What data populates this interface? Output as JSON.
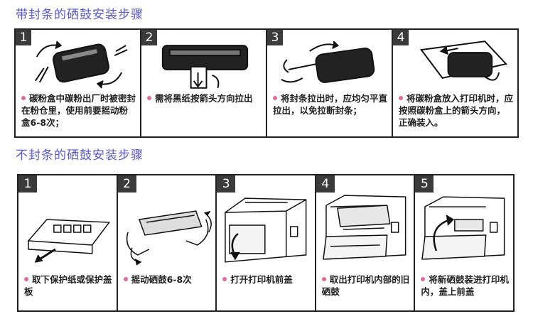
{
  "sealed": {
    "title": "带封条的硒鼓安装步骤",
    "steps": [
      {
        "num": "1",
        "text": "碳粉盒中碳粉出厂时被密封在粉仓里，使用前要摇动粉盒6-8次；"
      },
      {
        "num": "2",
        "text": "需将黑纸按箭头方向拉出"
      },
      {
        "num": "3",
        "text": "将封条拉出时，应均匀平直拉出，以免拉断封条；"
      },
      {
        "num": "4",
        "text": "将碳粉盒放入打印机时，应按照碳粉盒上的箭头方向，正确装入。"
      }
    ]
  },
  "unsealed": {
    "title": "不封条的硒鼓安装步骤",
    "steps": [
      {
        "num": "1",
        "text": "取下保护纸或保护盖板"
      },
      {
        "num": "2",
        "text": "摇动硒鼓6-8次"
      },
      {
        "num": "3",
        "text": "打开打印机前盖"
      },
      {
        "num": "4",
        "text": "取出打印机内部的旧硒鼓"
      },
      {
        "num": "5",
        "text": "将新硒鼓装进打印机内，盖上前盖"
      }
    ]
  },
  "colors": {
    "title": "#5a5acb",
    "bullet": "#e06a9a",
    "border": "#222222",
    "number_box": "#3b3b3b"
  }
}
